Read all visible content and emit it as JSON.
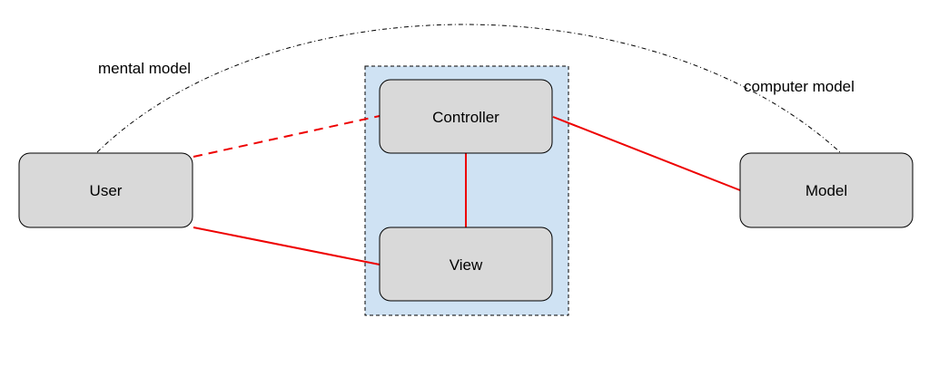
{
  "diagram": {
    "nodes": {
      "user": {
        "label": "User"
      },
      "controller": {
        "label": "Controller"
      },
      "view": {
        "label": "View"
      },
      "model": {
        "label": "Model"
      }
    },
    "annotations": {
      "mental_model": "mental model",
      "computer_model": "computer model"
    },
    "edges": [
      {
        "from": "User",
        "to": "Controller",
        "style": "dashed"
      },
      {
        "from": "User",
        "to": "View",
        "style": "solid"
      },
      {
        "from": "Controller",
        "to": "View",
        "style": "solid"
      },
      {
        "from": "Controller",
        "to": "Model",
        "style": "solid"
      }
    ],
    "colors": {
      "edge": "#ee0000",
      "node_fill": "#d9d9d9",
      "group_fill": "#cfe2f3",
      "outline": "#000000"
    }
  }
}
